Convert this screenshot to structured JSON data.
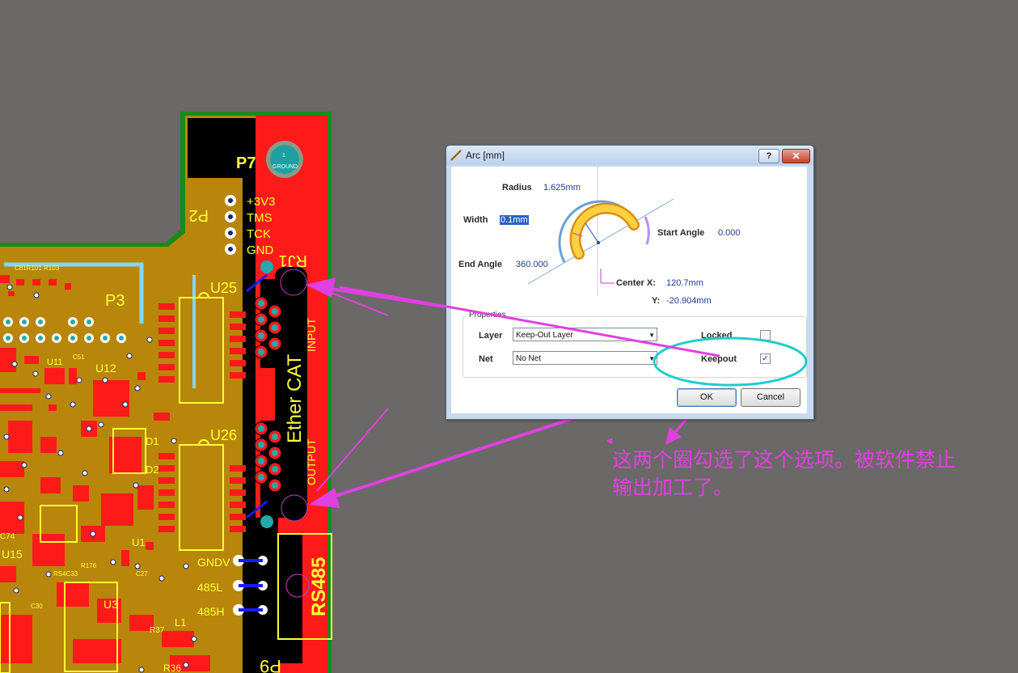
{
  "pcb": {
    "labels": {
      "p7": "P7",
      "p7_pad_num": "1",
      "p7_pad_name": "GROUND",
      "p2": "P2",
      "p3": "P3",
      "rj1": "RJ1",
      "u25": "U25",
      "u26": "U26",
      "u11": "U11",
      "u12": "U12",
      "u15": "U15",
      "u3": "U3",
      "u1": "U1",
      "d1": "D1",
      "d2": "D2",
      "p9": "P9",
      "l1": "L1",
      "ethercat": "Ether CAT",
      "input": "INPUT",
      "output": "OUTPUT",
      "rs485": "RS485",
      "pin_3v3": "+3V3",
      "pin_tms": "TMS",
      "pin_tck": "TCK",
      "pin_gnd": "GND",
      "gndv": "GNDV",
      "l485": "485L",
      "h485": "485H",
      "c81r101r103": "C81R101 R103",
      "c51": "C51",
      "c74": "C74",
      "c30": "C30",
      "r37": "R37",
      "r36": "R36",
      "r176": "R176",
      "rs4": "RS4C33",
      "c27": "C27"
    }
  },
  "dialog": {
    "title": "Arc [mm]",
    "help_label": "?",
    "close_label": "✕",
    "radius_label": "Radius",
    "radius_value": "1.625mm",
    "width_label": "Width",
    "width_value": "0.1mm",
    "start_angle_label": "Start Angle",
    "start_angle_value": "0.000",
    "end_angle_label": "End Angle",
    "end_angle_value": "360.000",
    "center_x_label": "Center  X:",
    "center_x_value": "120.7mm",
    "center_y_label": "Y:",
    "center_y_value": "-20.904mm",
    "properties_label": "Properties",
    "layer_label": "Layer",
    "layer_value": "Keep-Out Layer",
    "net_label": "Net",
    "net_value": "No Net",
    "locked_label": "Locked",
    "locked_checked": false,
    "keepout_label": "Keepout",
    "keepout_checked": true,
    "ok_label": "OK",
    "cancel_label": "Cancel"
  },
  "annotation": {
    "line1": "这两个圈勾选了这个选项。被软件禁止",
    "line2": "输出加工了。"
  },
  "colors": {
    "background": "#6b6868",
    "board_gold": "#b8860b",
    "copper_red": "#ff1a1a",
    "silk_yellow": "#ffff33",
    "trace_blue": "#1a1aff",
    "keepout_pink": "#ff00ff",
    "annotation_magenta": "#e040e0",
    "highlight_cyan": "#22cccc"
  }
}
